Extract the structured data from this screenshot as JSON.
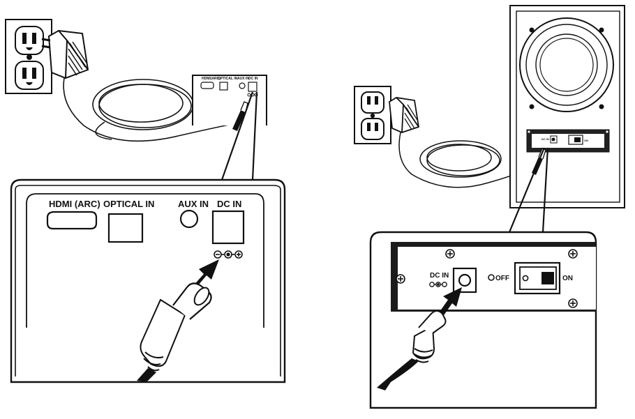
{
  "colors": {
    "ink": "#111111",
    "panel": "#1c1c1c",
    "paper": "#ffffff",
    "arrow": "#111111"
  },
  "soundbar_panel": {
    "port_labels": {
      "hdmi": "HDMI (ARC)",
      "optical": "OPTICAL IN",
      "aux": "AUX IN",
      "dc": "DC IN"
    },
    "small_labels": {
      "hdmi": "HDMI(ARC)",
      "optical": "OPTICAL IN",
      "aux": "AUX IN",
      "dc": "DC IN"
    }
  },
  "subwoofer_panel": {
    "dc_label": "DC IN",
    "switch_off": "OFF",
    "switch_on": "ON",
    "small_dc_label": "DC IN",
    "small_on": "ON"
  },
  "icons": [
    "wall-outlet-icon",
    "power-adapter-icon",
    "dc-plug-icon",
    "push-arrow-icon",
    "polarity-icon",
    "screw-icon",
    "speaker-cone-icon",
    "rocker-switch-icon"
  ]
}
